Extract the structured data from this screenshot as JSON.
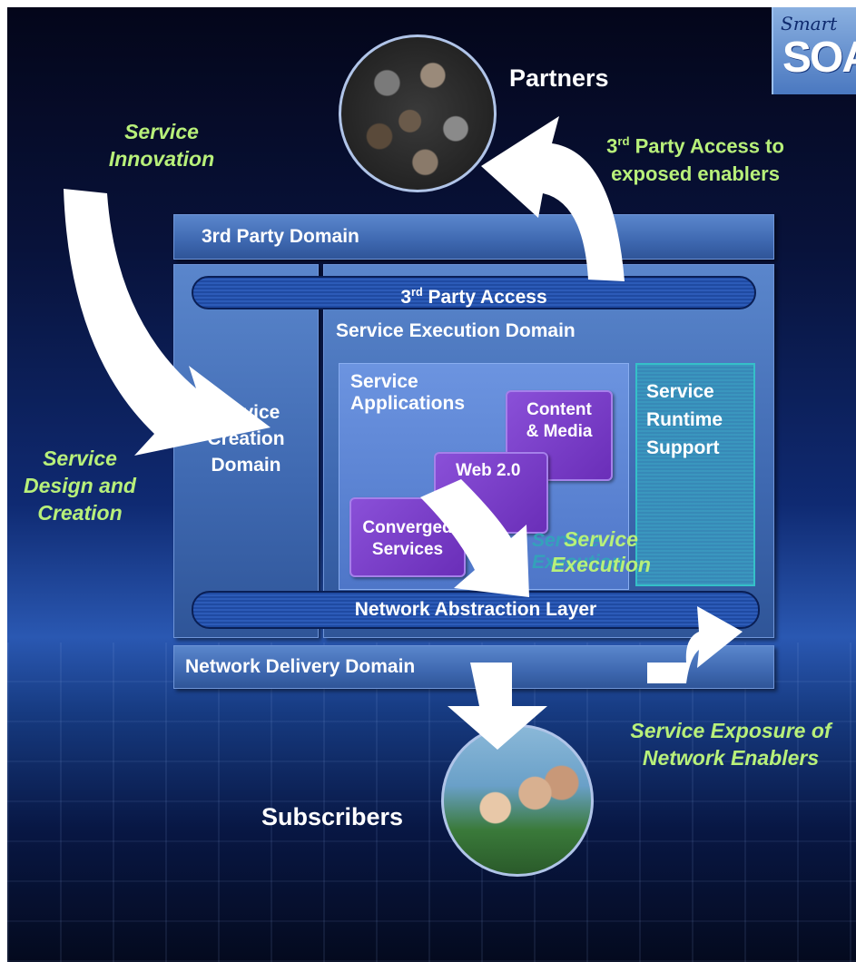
{
  "logo": {
    "script_text": "Smart",
    "main_text": "SOA"
  },
  "partners_label": "Partners",
  "subscribers_label": "Subscribers",
  "green_labels": {
    "service_innovation": [
      "Service",
      "Innovation"
    ],
    "third_party_access_enablers_line2": "exposed enablers",
    "third_party_access_enablers_prefix": "3",
    "third_party_access_enablers_sup": "rd",
    "third_party_access_enablers_suffix": " Party Access to",
    "service_design": [
      "Service",
      "Design and",
      "Creation"
    ],
    "service_execution": [
      "Service",
      "Execution"
    ],
    "service_exposure": [
      "Service Exposure of",
      "Network Enablers"
    ]
  },
  "domains": {
    "third_party_domain": "3rd Party Domain",
    "third_party_access_prefix": "3",
    "third_party_access_sup": "rd",
    "third_party_access_suffix": " Party Access",
    "service_execution_domain": "Service Execution Domain",
    "service_creation_domain": [
      "Service",
      "Creation",
      "Domain"
    ],
    "network_abstraction_layer": "Network Abstraction Layer",
    "network_delivery_domain": "Network Delivery Domain"
  },
  "service_applications": [
    "Service",
    "Applications"
  ],
  "service_runtime_support": [
    "Service",
    "Runtime",
    "Support"
  ],
  "boxes": {
    "content_media": [
      "Content",
      "& Media"
    ],
    "web20": "Web 2.0",
    "converged_services": [
      "Converged",
      "Services"
    ]
  },
  "ghost_text": [
    "Service",
    "Execution"
  ],
  "colors": {
    "green_label": "#b8f07a",
    "purple_box": "#7a3fcc",
    "domain_blue": "#4a74be",
    "runtime_teal": "#35c0c8"
  }
}
